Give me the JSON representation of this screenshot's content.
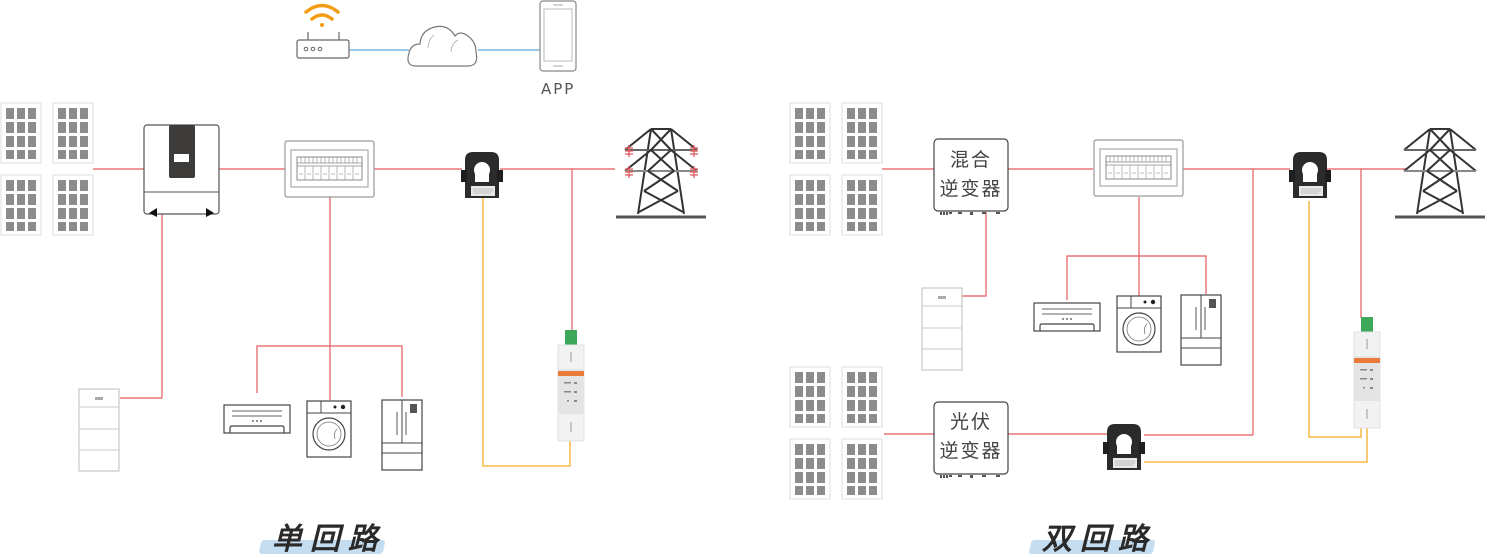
{
  "diagram": {
    "colors": {
      "power_line": "#e35a5f",
      "power_line_light": "#f0a0a3",
      "signal_line": "#f5b942",
      "network_line": "#5aa8e0",
      "wifi": "#f39c12",
      "panel_cell": "#8c8c8c",
      "title_highlight": "#c5ddf0"
    },
    "network": {
      "router": "wifi-router",
      "cloud": "cloud",
      "phone": "smartphone",
      "app_label": "APP"
    },
    "single_circuit": {
      "title": "单回路",
      "components": [
        "solar-panel-array",
        "hybrid-inverter",
        "distribution-box",
        "current-transformer",
        "power-tower",
        "battery",
        "air-conditioner",
        "washing-machine",
        "refrigerator",
        "energy-meter"
      ]
    },
    "dual_circuit": {
      "title": "双回路",
      "hybrid_inverter_label_line1": "混合",
      "hybrid_inverter_label_line2": "逆变器",
      "pv_inverter_label_line1": "光伏",
      "pv_inverter_label_line2": "逆变器",
      "components": [
        "solar-panel-array",
        "hybrid-inverter",
        "pv-inverter",
        "distribution-box",
        "current-transformer",
        "current-transformer",
        "power-tower",
        "battery",
        "air-conditioner",
        "washing-machine",
        "refrigerator",
        "energy-meter"
      ]
    }
  }
}
